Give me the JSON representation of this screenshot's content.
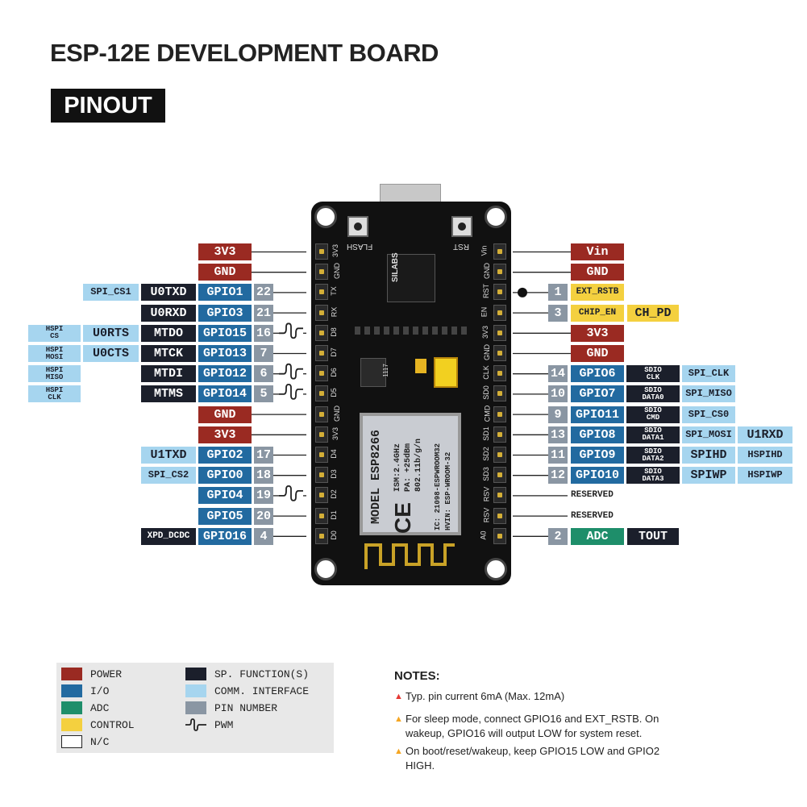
{
  "title": "ESP-12E DEVELOPMENT BOARD",
  "subtitle": "PINOUT",
  "board": {
    "flash": "FLASH",
    "rst": "RST",
    "chip_label": "SILABS",
    "small_chip": "1117",
    "module_model": "MODEL ESP8266",
    "module_specs": [
      "ISM:2.4GHz",
      "PA: +25dBm",
      "802.11b/g/n"
    ],
    "module_ids": [
      "IC: 21098-ESPWROOM32",
      "HVIN: ESP-WROOM-32"
    ],
    "ce": "CE",
    "left_silk": [
      "3V3",
      "GND",
      "TX",
      "RX",
      "D8",
      "D7",
      "D6",
      "D5",
      "GND",
      "3V3",
      "D4",
      "D3",
      "D2",
      "D1",
      "D0"
    ],
    "right_silk": [
      "Vin",
      "GND",
      "RST",
      "EN",
      "3V3",
      "GND",
      "CLK",
      "SD0",
      "CMD",
      "SD1",
      "SD2",
      "SD3",
      "RSV",
      "RSV",
      "A0"
    ]
  },
  "left_rows": [
    {
      "power": "3V3"
    },
    {
      "power": "GND"
    },
    {
      "comm": "SPI_CS1",
      "sp": "U0TXD",
      "gpio": "GPIO1",
      "num": "22"
    },
    {
      "sp": "U0RXD",
      "gpio": "GPIO3",
      "num": "21"
    },
    {
      "comm2": [
        "HSPI",
        "CS"
      ],
      "sp2": "U0RTS",
      "sp": "MTDO",
      "gpio": "GPIO15",
      "num": "16",
      "pwm": true
    },
    {
      "comm2": [
        "HSPI",
        "MOSI"
      ],
      "sp2": "U0CTS",
      "sp": "MTCK",
      "gpio": "GPIO13",
      "num": "7"
    },
    {
      "comm2": [
        "HSPI",
        "MISO"
      ],
      "sp": "MTDI",
      "gpio": "GPIO12",
      "num": "6",
      "pwm": true
    },
    {
      "comm2": [
        "HSPI",
        "CLK"
      ],
      "sp": "MTMS",
      "gpio": "GPIO14",
      "num": "5",
      "pwm": true
    },
    {
      "power": "GND"
    },
    {
      "power": "3V3"
    },
    {
      "comm": "U1TXD",
      "gpio": "GPIO2",
      "num": "17"
    },
    {
      "comm": "SPI_CS2",
      "gpio": "GPIO0",
      "num": "18"
    },
    {
      "gpio": "GPIO4",
      "num": "19",
      "pwm": true
    },
    {
      "gpio": "GPIO5",
      "num": "20"
    },
    {
      "sp": "XPD_DCDC",
      "gpio": "GPIO16",
      "num": "4"
    }
  ],
  "right_rows": [
    {
      "power": "Vin"
    },
    {
      "power": "GND"
    },
    {
      "num": "1",
      "ctrl": "EXT_RSTB",
      "dot": true
    },
    {
      "num": "3",
      "ctrl": "CHIP_EN",
      "ctrl2": "CH_PD"
    },
    {
      "power": "3V3"
    },
    {
      "power": "GND"
    },
    {
      "num": "14",
      "gpio": "GPIO6",
      "sp2": [
        "SDIO",
        "CLK"
      ],
      "comm": "SPI_CLK"
    },
    {
      "num": "10",
      "gpio": "GPIO7",
      "sp2": [
        "SDIO",
        "DATA0"
      ],
      "comm": "SPI_MISO"
    },
    {
      "num": "9",
      "gpio": "GPIO11",
      "sp2": [
        "SDIO",
        "CMD"
      ],
      "comm": "SPI_CS0"
    },
    {
      "num": "13",
      "gpio": "GPIO8",
      "sp2": [
        "SDIO",
        "DATA1"
      ],
      "comm": "SPI_MOSI",
      "extra": "U1RXD"
    },
    {
      "num": "11",
      "gpio": "GPIO9",
      "sp2": [
        "SDIO",
        "DATA2"
      ],
      "comm": "SPIHD",
      "extra": "HSPIHD"
    },
    {
      "num": "12",
      "gpio": "GPIO10",
      "sp2": [
        "SDIO",
        "DATA3"
      ],
      "comm": "SPIWP",
      "extra": "HSPIWP"
    },
    {
      "reserved": "RESERVED"
    },
    {
      "reserved": "RESERVED"
    },
    {
      "num": "2",
      "adc": "ADC",
      "sp": "TOUT"
    }
  ],
  "legend": [
    {
      "label": "POWER",
      "color": "#9a2a22"
    },
    {
      "label": "I/O",
      "color": "#226aa0"
    },
    {
      "label": "ADC",
      "color": "#1e8e6a"
    },
    {
      "label": "CONTROL",
      "color": "#f4d03f"
    },
    {
      "label": "N/C",
      "color": "#ffffff"
    },
    {
      "label": "SP. FUNCTION(S)",
      "color": "#1b1f2b"
    },
    {
      "label": "COMM. INTERFACE",
      "color": "#a6d5ef"
    },
    {
      "label": "PIN NUMBER",
      "color": "#8a96a3"
    },
    {
      "label": "PWM",
      "color": "pwm-icon"
    }
  ],
  "notes": {
    "heading": "NOTES:",
    "items": [
      {
        "color": "#e53935",
        "text": "Typ. pin current 6mA (Max. 12mA)"
      },
      {
        "color": "#f5a623",
        "text": "For sleep mode, connect GPIO16 and EXT_RSTB. On wakeup, GPIO16 will output LOW for system reset."
      },
      {
        "color": "#f5a623",
        "text": "On boot/reset/wakeup, keep GPIO15 LOW and GPIO2 HIGH."
      }
    ]
  }
}
